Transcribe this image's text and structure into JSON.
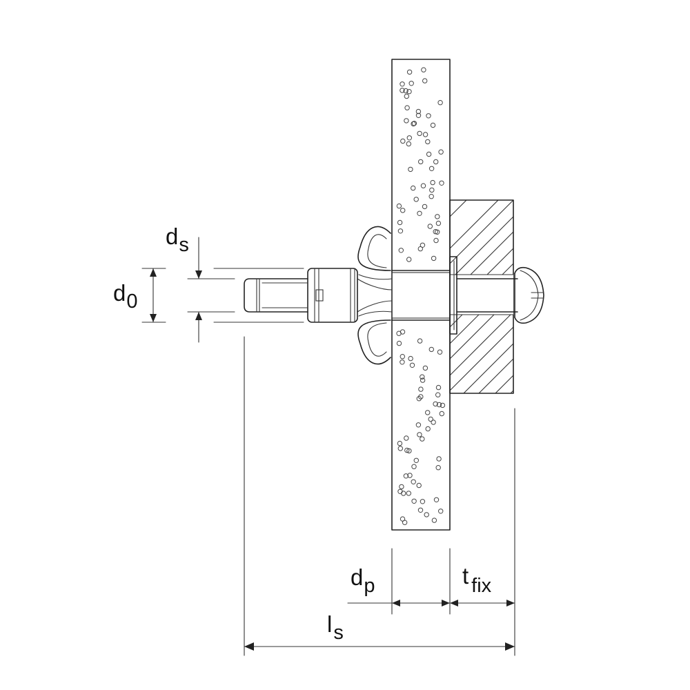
{
  "labels": {
    "ds": {
      "main": "d",
      "sub": "s"
    },
    "d0": {
      "main": "d",
      "sub": "0"
    },
    "dp": {
      "main": "d",
      "sub": "p"
    },
    "tfix": {
      "main": "t",
      "sub": "fix"
    },
    "ls": {
      "main": "l",
      "sub": "s"
    }
  },
  "colors": {
    "line": "#222222",
    "background": "#ffffff"
  }
}
